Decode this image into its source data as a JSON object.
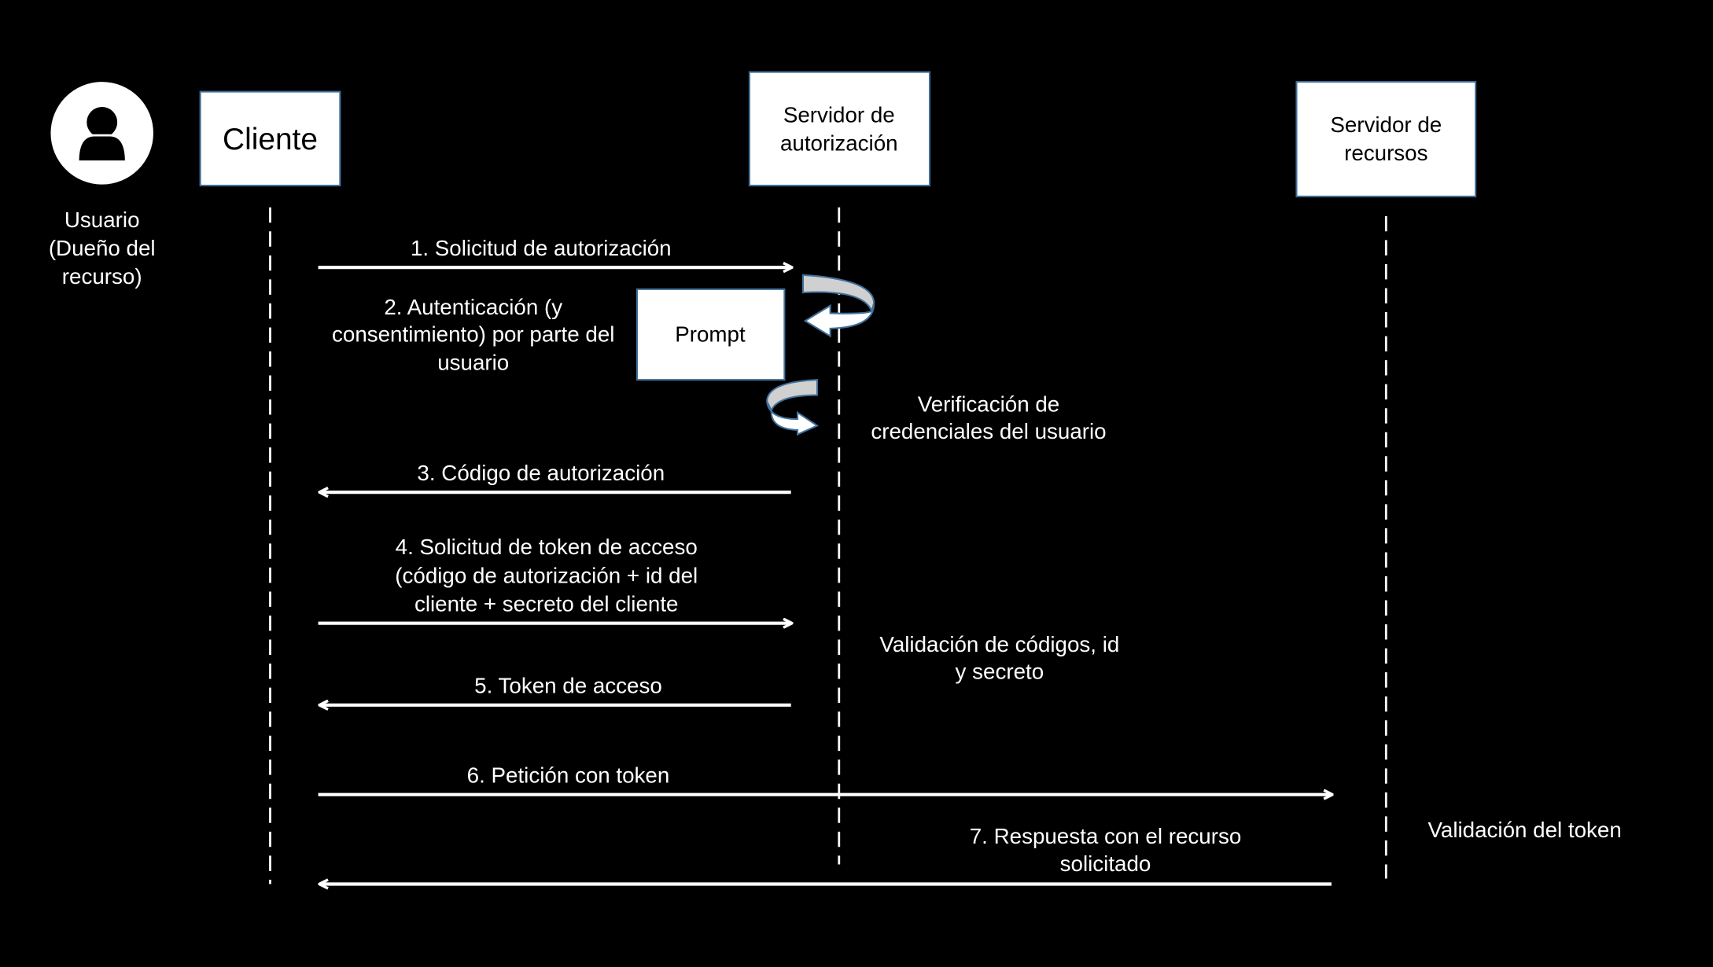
{
  "participants": {
    "user": {
      "lines": [
        "Usuario",
        "(Dueño del",
        "recurso)"
      ],
      "icon": "user-icon"
    },
    "client": {
      "label": "Cliente"
    },
    "auth_server": {
      "lines": [
        "Servidor de",
        "autorización"
      ]
    },
    "resource_server": {
      "lines": [
        "Servidor de",
        "recursos"
      ]
    }
  },
  "prompt": {
    "label": "Prompt"
  },
  "steps": [
    {
      "lines": [
        "1.  Solicitud de autorización"
      ]
    },
    {
      "lines": [
        "2. Autenticación (y",
        "consentimiento) por parte del",
        "usuario"
      ]
    },
    {
      "lines": [
        "3. Código de autorización"
      ]
    },
    {
      "lines": [
        "4. Solicitud de token de acceso",
        "(código de autorización + id del",
        "cliente + secreto del cliente"
      ]
    },
    {
      "lines": [
        "5. Token de acceso"
      ]
    },
    {
      "lines": [
        "6. Petición con token"
      ]
    },
    {
      "lines": [
        "7. Respuesta con el recurso",
        "solicitado"
      ]
    }
  ],
  "notes": {
    "verify_credentials": [
      "Verificación de",
      "credenciales del usuario"
    ],
    "validate_codes": [
      "Validación de códigos, id",
      "y secreto"
    ],
    "validate_token": [
      "Validación del token"
    ]
  },
  "colors": {
    "background": "#000000",
    "box_border": "#41719c",
    "curl_fill": "#d0d0d0"
  }
}
